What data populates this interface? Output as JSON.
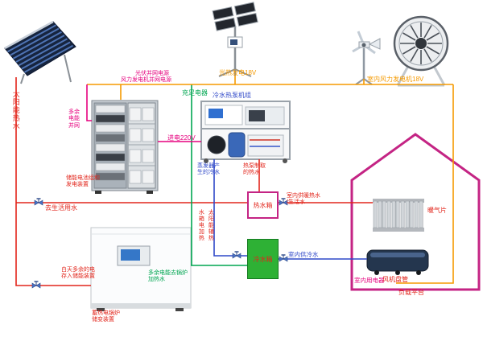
{
  "colors": {
    "hot": "#e2251b",
    "cold": "#2f48c8",
    "green": "#00a651",
    "orange": "#f59a00",
    "magenta": "#e6007e",
    "house": "#c42484",
    "tank_green": "#2eb135"
  },
  "labels": {
    "solar_hot_water": "太阳能热水",
    "pv_grid_power": "光伏并网电源",
    "wind_grid_power": "风力发电机并网电源",
    "solar_pv_gen": "光热发电18V",
    "indoor_wind_gen": "室内风力发电机18V",
    "charger": "充足电器",
    "heat_pump_unit": "冷水热泵机组",
    "mains_220v": "进电220V",
    "excess_to_grid": "多余\n电能\n并网",
    "battery_cabinet": "储能电池组和\n发电装置",
    "evaporator_cold_water": "蒸发器产\n生的冷水",
    "heat_pump_hot_water": "热泵制取\n的热水",
    "hot_water_tank": "热水箱",
    "cold_water_tank": "冷水箱",
    "to_domestic_water": "去生活用水",
    "tank_electric_heat": "水箱电加热",
    "solar_aux_heat": "太阳能辅热",
    "indoor_heating_water": "室内供暖热水\n/生活水",
    "indoor_cold_water": "室内供冷水",
    "indoor_appliances": "室内用电器",
    "radiator": "暖气片",
    "fan_coil": "风机盘管",
    "load_platform": "负载平台",
    "excess_daytime_storage": "白天多余的电\n存入储能装置",
    "excess_to_boiler": "多余电能去锅炉\n加热水",
    "boiler_cabinet": "蓄热电锅炉\n储变装置"
  }
}
